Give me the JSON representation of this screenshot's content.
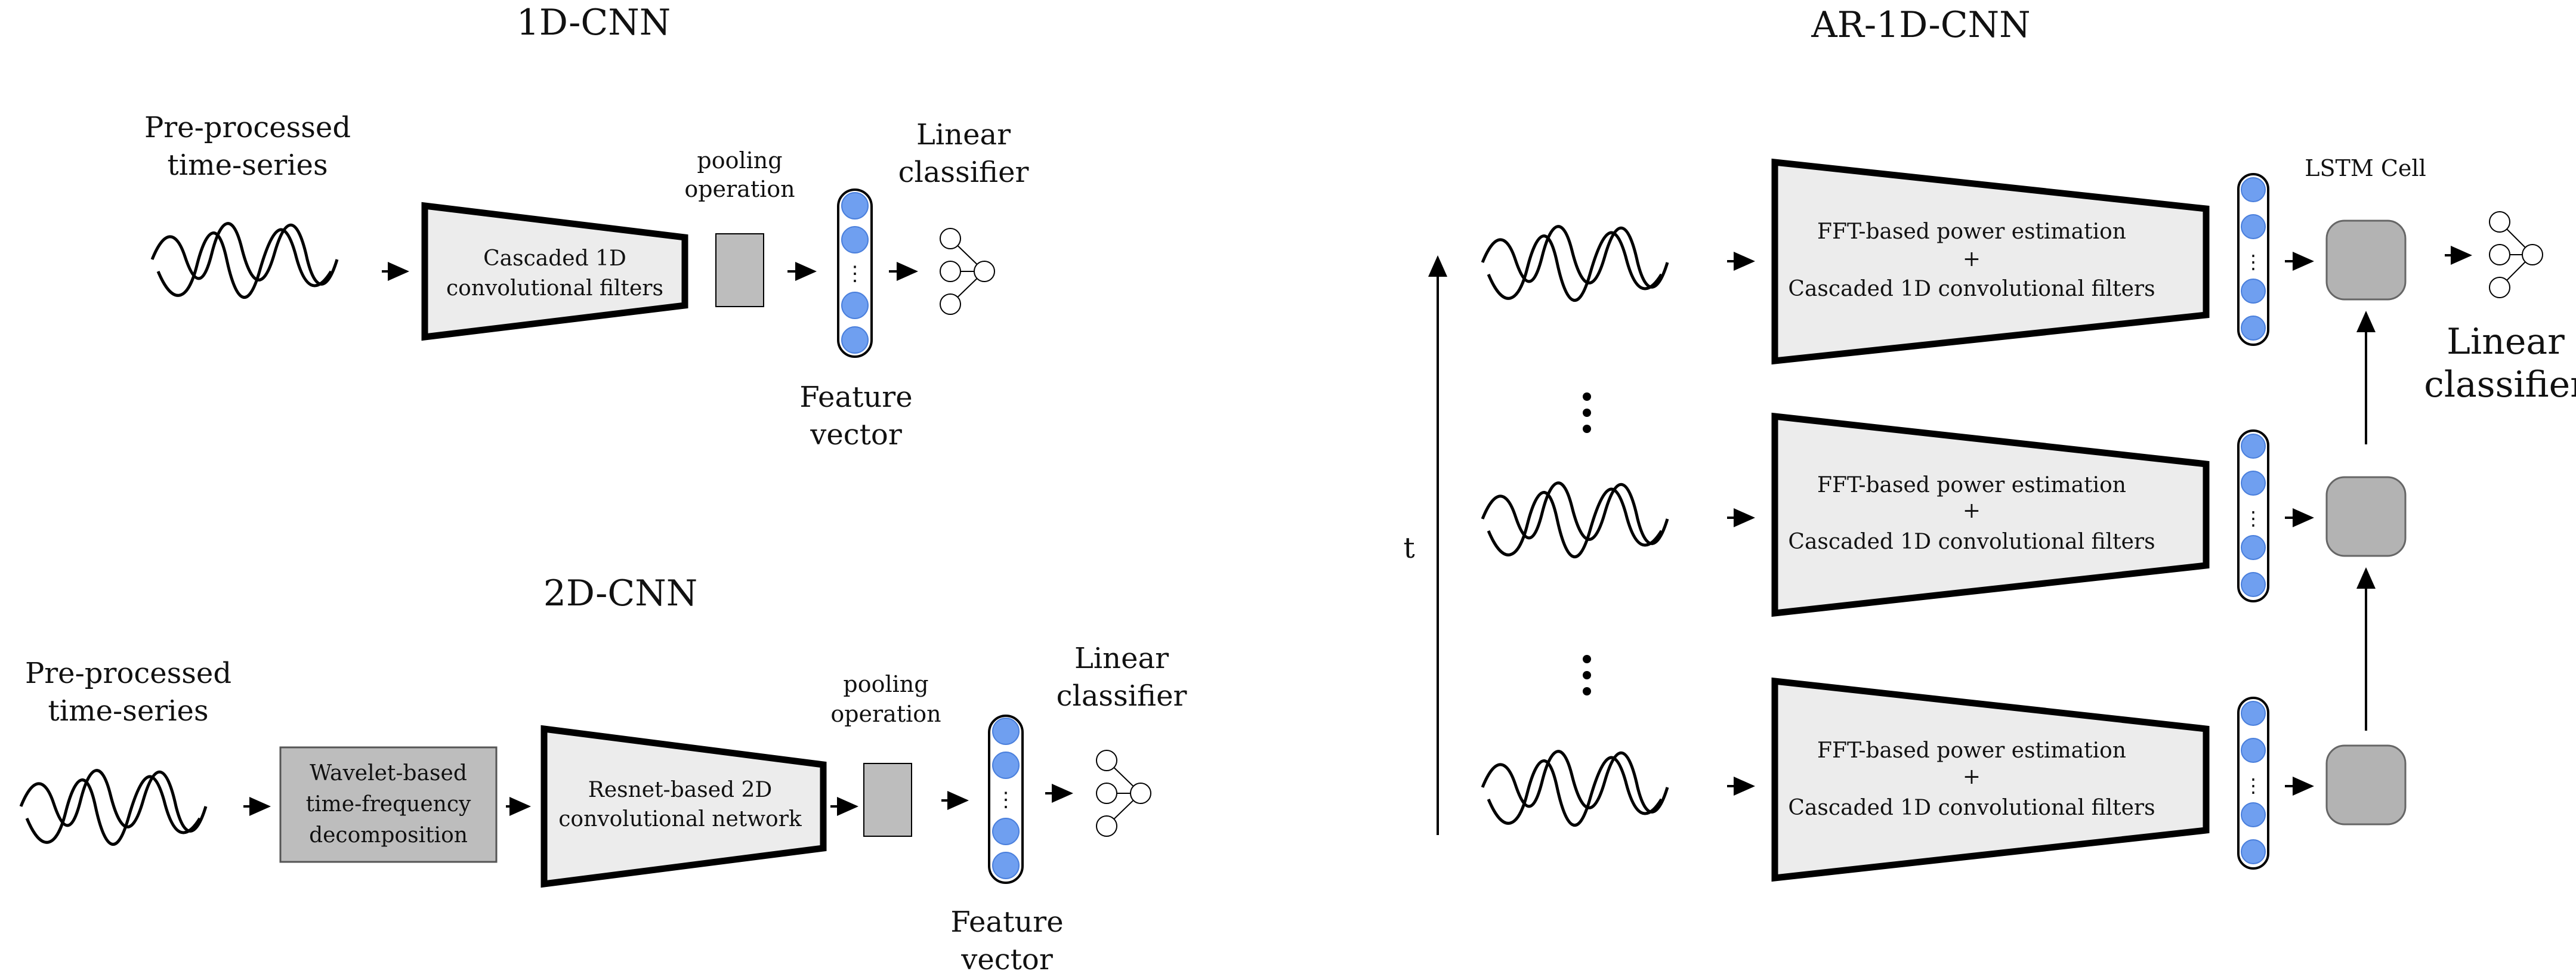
{
  "colors": {
    "node_fill": "#6f9ff0",
    "node_stroke": "#4a7fdc",
    "trapezoid_fill": "#ececec",
    "gray_box": "#bdbdbd",
    "lstm_fill": "#b3b3b3",
    "line": "#000000"
  },
  "one_d_cnn": {
    "title": "1D-CNN",
    "input_line1": "Pre-processed",
    "input_line2": "time-series",
    "filter_line1": "Cascaded 1D",
    "filter_line2": "convolutional filters",
    "pool_line1": "pooling",
    "pool_line2": "operation",
    "feature_line1": "Feature",
    "feature_line2": "vector",
    "classifier_line1": "Linear",
    "classifier_line2": "classifier"
  },
  "two_d_cnn": {
    "title": "2D-CNN",
    "input_line1": "Pre-processed",
    "input_line2": "time-series",
    "wavelet_line1": "Wavelet-based",
    "wavelet_line2": "time-frequency",
    "wavelet_line3": "decomposition",
    "resnet_line1": "Resnet-based 2D",
    "resnet_line2": "convolutional network",
    "pool_line1": "pooling",
    "pool_line2": "operation",
    "feature_line1": "Feature",
    "feature_line2": "vector",
    "classifier_line1": "Linear",
    "classifier_line2": "classifier"
  },
  "ar_1d_cnn": {
    "title": "AR-1D-CNN",
    "time_axis": "t",
    "lstm_label": "LSTM Cell",
    "classifier_line1": "Linear",
    "classifier_line2": "classifier",
    "rows": [
      {
        "line1": "FFT-based power estimation",
        "plus": "+",
        "line2": "Cascaded 1D convolutional filters"
      },
      {
        "line1": "FFT-based power estimation",
        "plus": "+",
        "line2": "Cascaded 1D convolutional filters"
      },
      {
        "line1": "FFT-based power estimation",
        "plus": "+",
        "line2": "Cascaded 1D convolutional filters"
      }
    ]
  }
}
